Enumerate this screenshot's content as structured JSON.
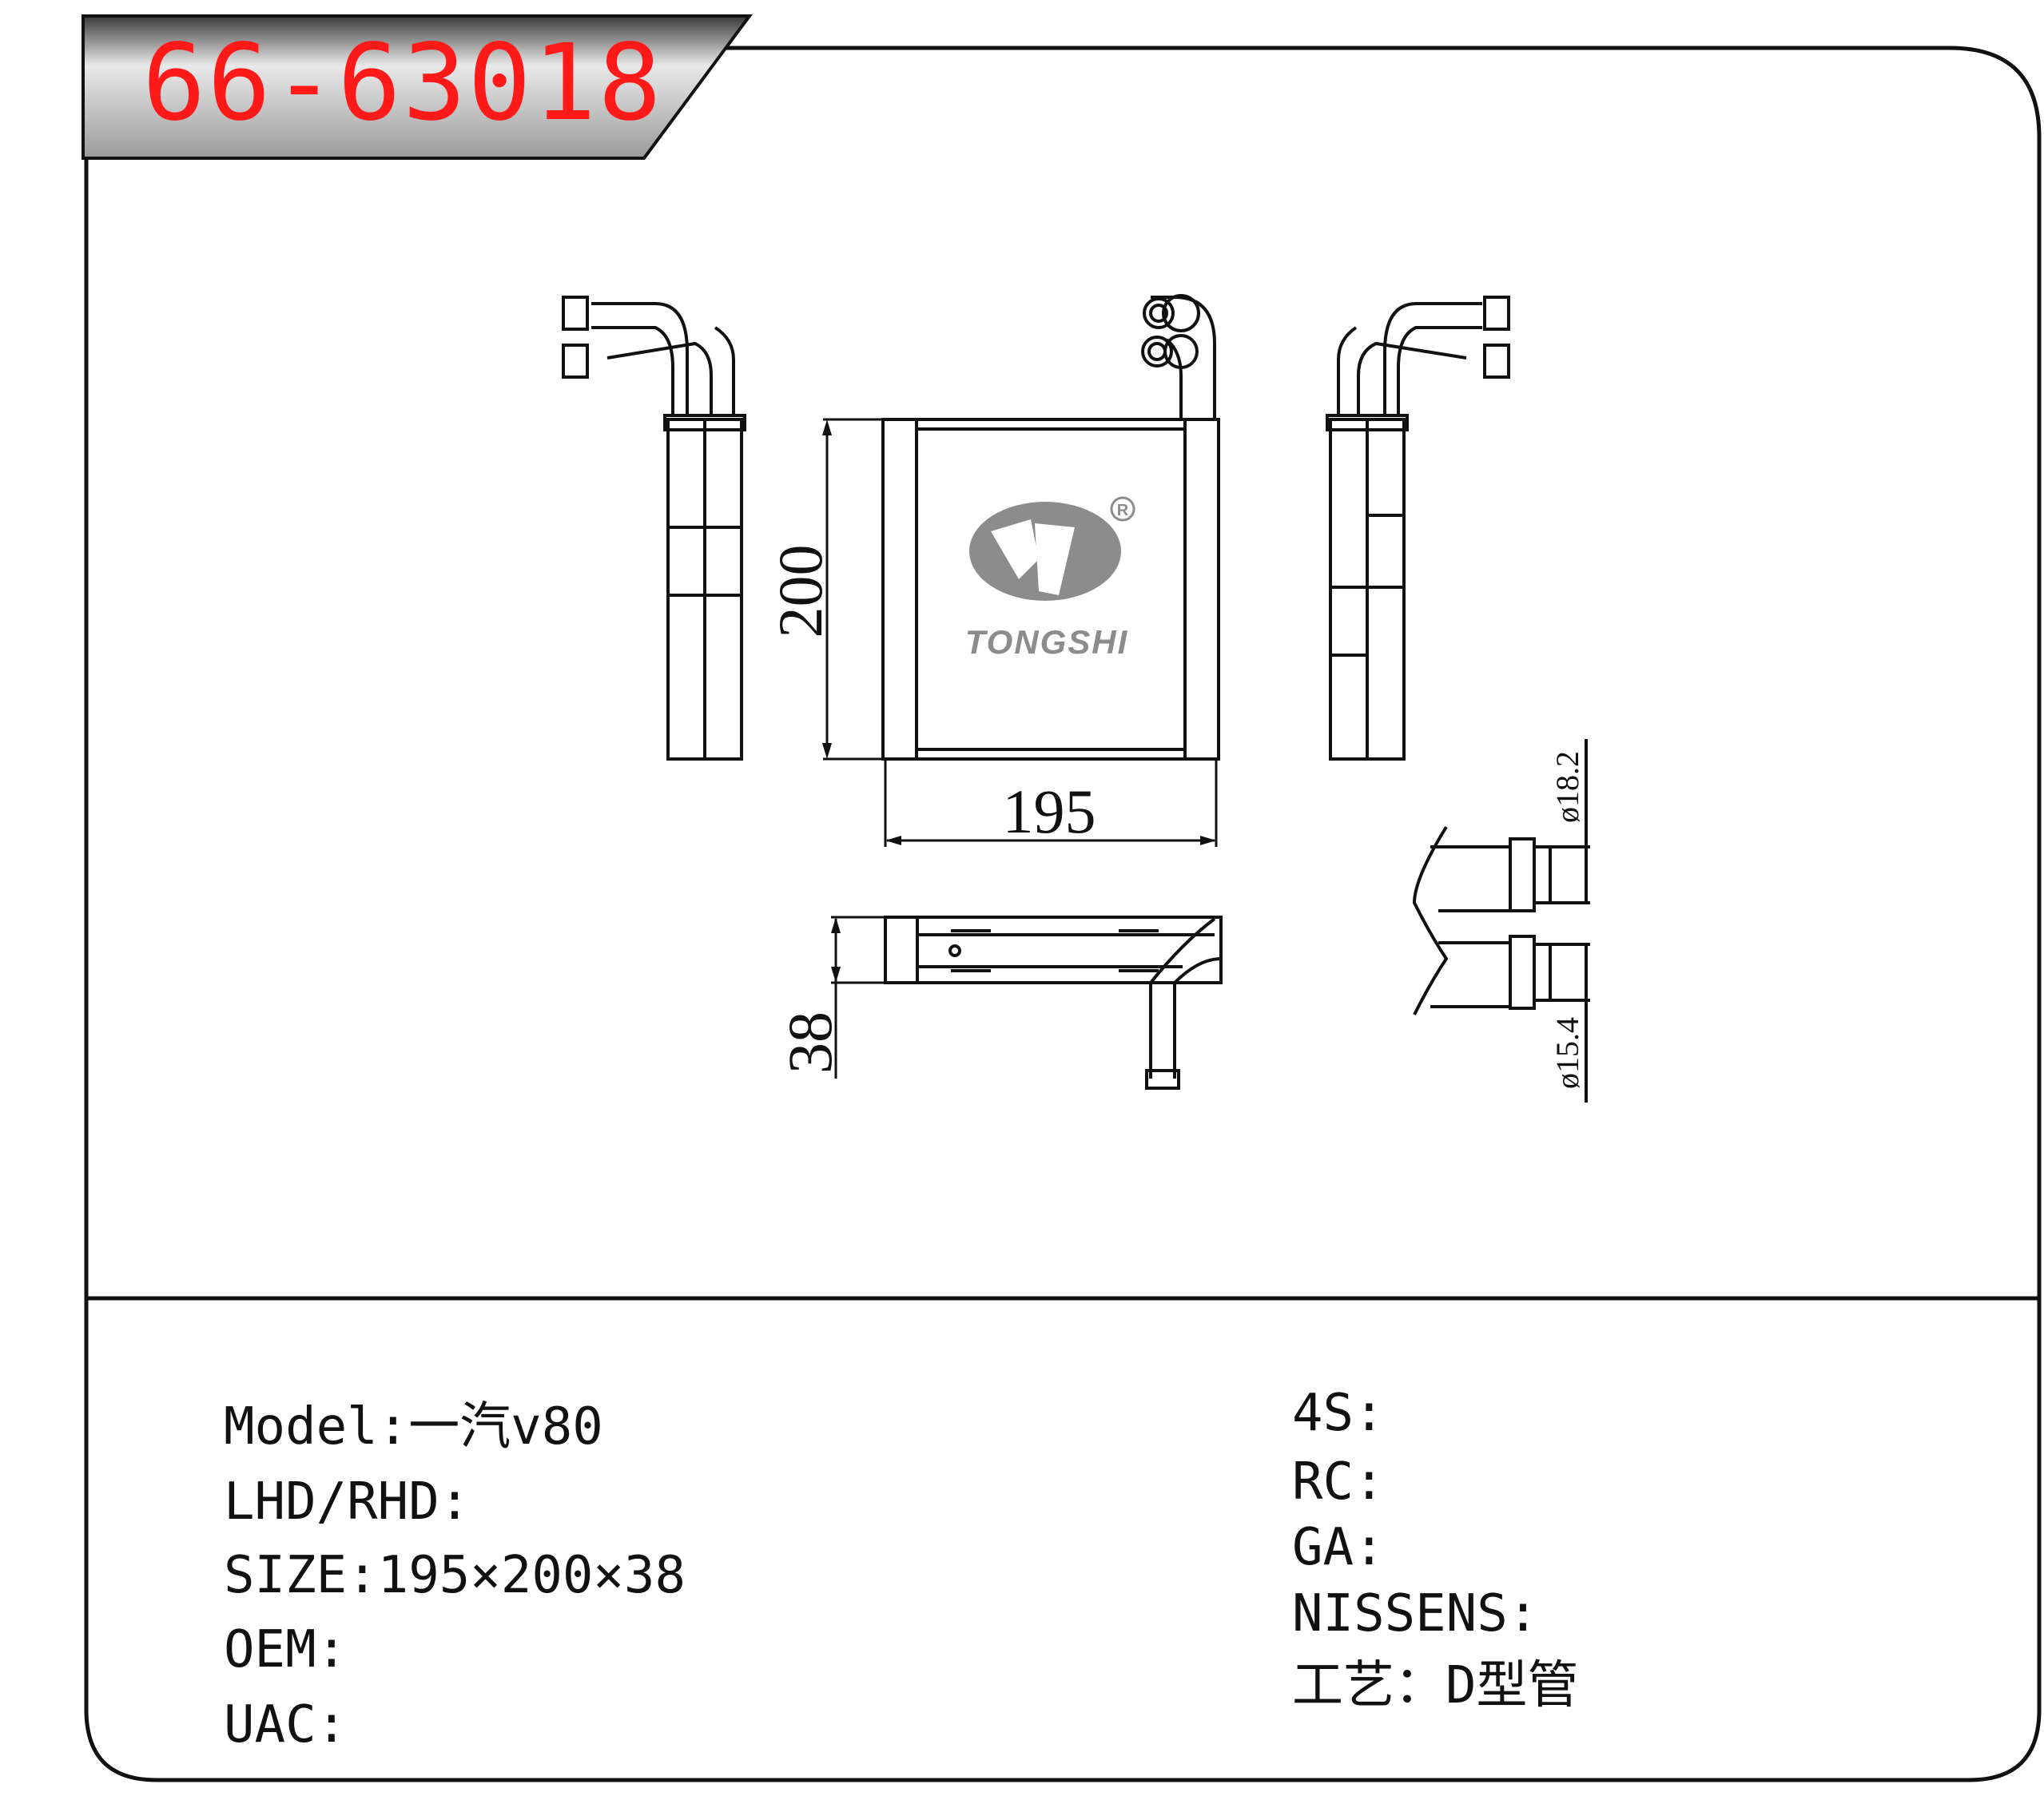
{
  "header": {
    "part_number": "66-63018"
  },
  "brand": {
    "logo_text": "TONGSHI",
    "registered_mark": "R"
  },
  "drawing": {
    "dim_width": "195",
    "dim_height": "200",
    "dim_depth": "38",
    "dim_pipe_large": "ø18.2",
    "dim_pipe_small": "ø15.4"
  },
  "specs_left": [
    {
      "label": "Model:",
      "value": "一汽v80"
    },
    {
      "label": "LHD/RHD:",
      "value": ""
    },
    {
      "label": "SIZE:",
      "value": "195×200×38"
    },
    {
      "label": "OEM:",
      "value": ""
    },
    {
      "label": "UAC:",
      "value": ""
    }
  ],
  "specs_right": [
    {
      "label": "4S:",
      "value": ""
    },
    {
      "label": "RC:",
      "value": ""
    },
    {
      "label": "GA:",
      "value": ""
    },
    {
      "label": "NISSENS:",
      "value": ""
    },
    {
      "label": "工艺：",
      "value": "D型管"
    }
  ],
  "colors": {
    "accent_red": "#ff1a1a",
    "logo_gray": "#8c8c8c",
    "line": "#111111"
  }
}
